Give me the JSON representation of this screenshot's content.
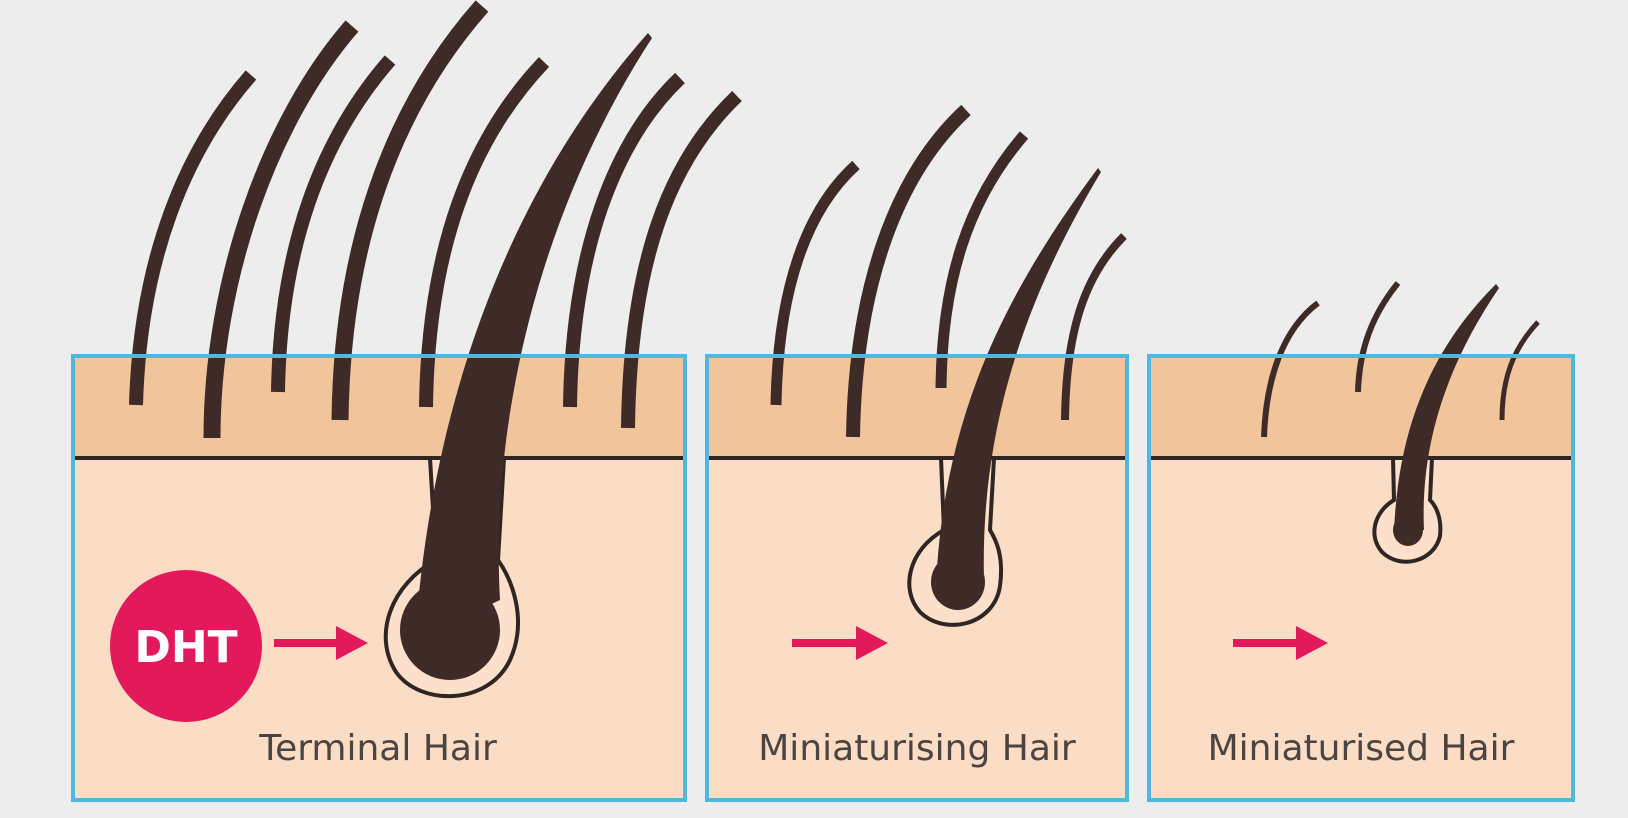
{
  "colors": {
    "background": "#ededed",
    "panel_border": "#4fb8dc",
    "epidermis": "#f1c49c",
    "dermis": "#fbdcc4",
    "hair": "#3e2b28",
    "skin_line": "#2f2624",
    "follicle_sheath": "#fce0cb",
    "accent_red": "#e2195a"
  },
  "panels": [
    {
      "label": "Terminal Hair"
    },
    {
      "label": "Miniaturising Hair"
    },
    {
      "label": "Miniaturised Hair"
    }
  ],
  "dht_badge": {
    "text": "DHT"
  },
  "icons": {
    "badge": "dht-badge-icon",
    "arrow": "arrow-right-icon"
  }
}
